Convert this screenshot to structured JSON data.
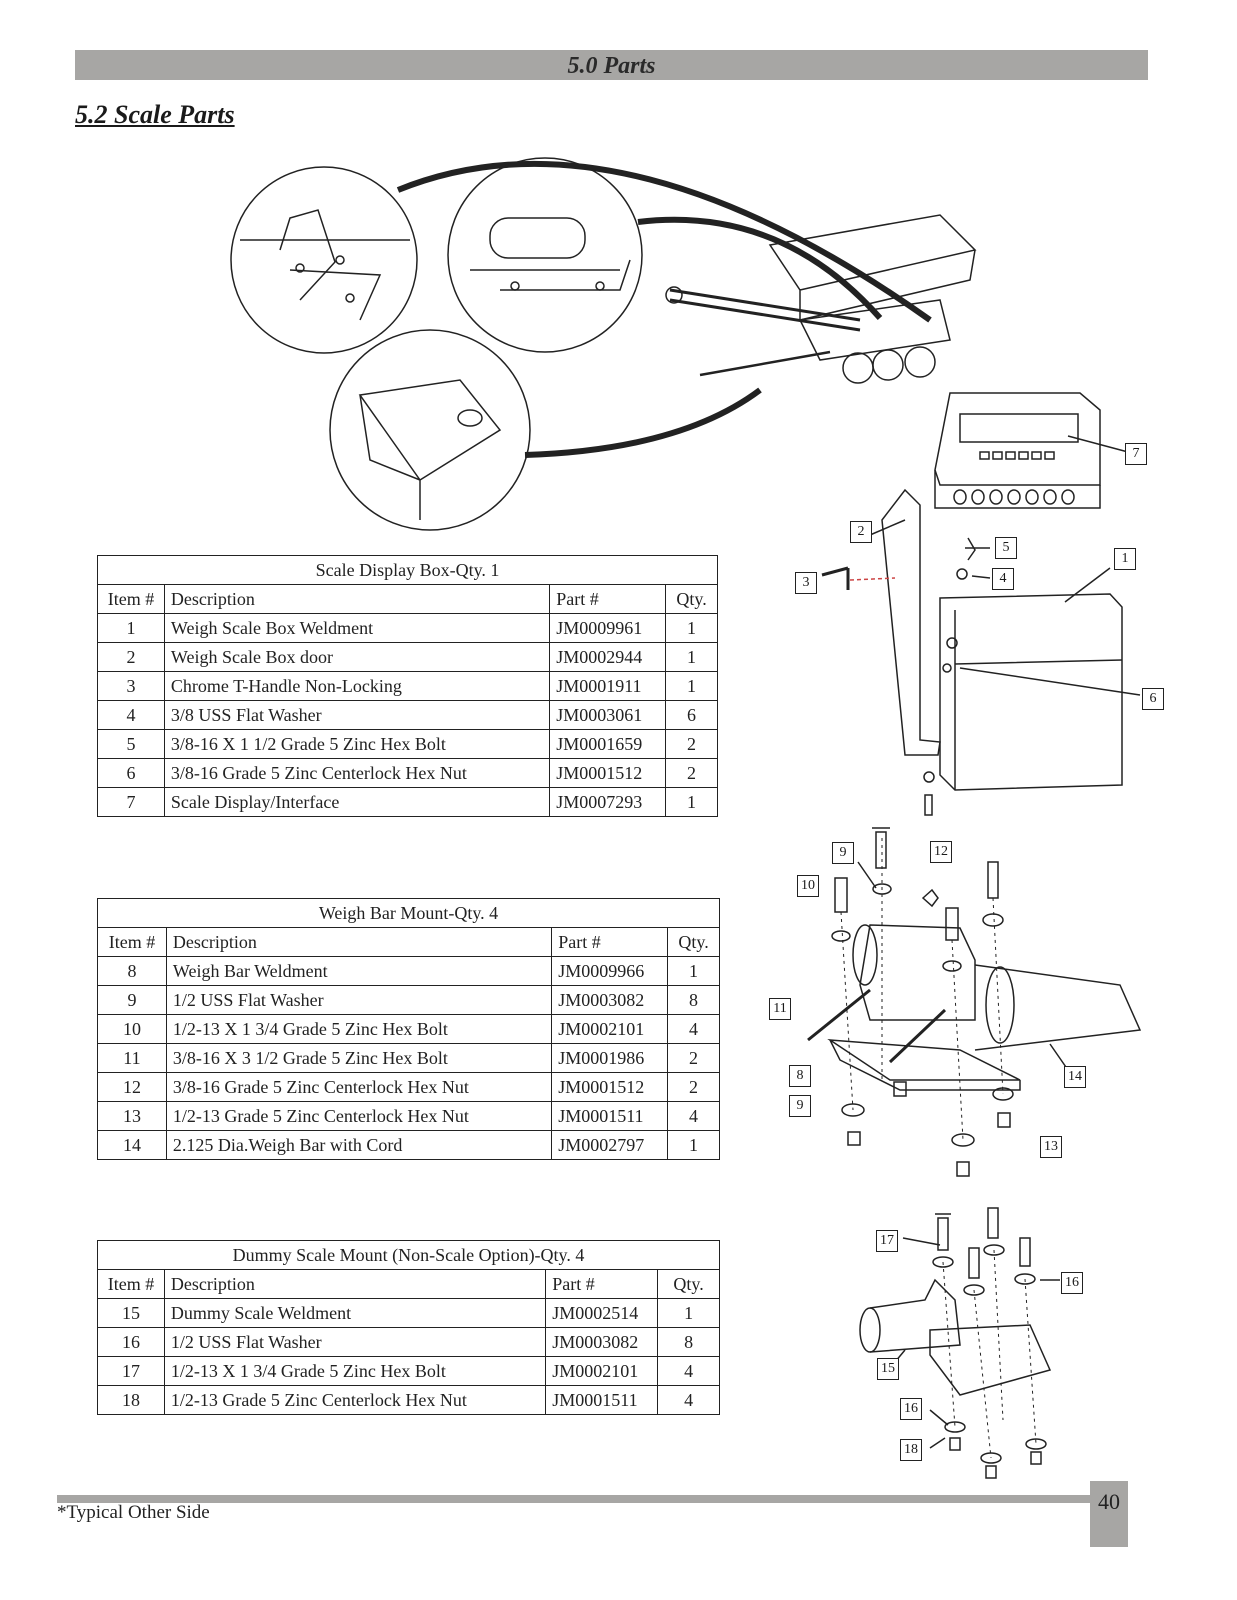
{
  "header": {
    "chapter_title": "5.0 Parts"
  },
  "section": {
    "title": "5.2 Scale Parts"
  },
  "columns": {
    "item": "Item #",
    "description": "Description",
    "part": "Part #",
    "qty": "Qty."
  },
  "tables": [
    {
      "caption": "Scale Display Box-Qty. 1",
      "rows": [
        {
          "item": "1",
          "description": "Weigh Scale Box  Weldment",
          "part": "JM0009961",
          "qty": "1"
        },
        {
          "item": "2",
          "description": "Weigh Scale Box door",
          "part": "JM0002944",
          "qty": "1"
        },
        {
          "item": "3",
          "description": "Chrome T-Handle Non-Locking",
          "part": "JM0001911",
          "qty": "1"
        },
        {
          "item": "4",
          "description": "3/8 USS Flat Washer",
          "part": "JM0003061",
          "qty": "6"
        },
        {
          "item": "5",
          "description": "3/8-16 X 1 1/2 Grade 5 Zinc Hex Bolt",
          "part": "JM0001659",
          "qty": "2"
        },
        {
          "item": "6",
          "description": "3/8-16 Grade 5 Zinc Centerlock Hex Nut",
          "part": "JM0001512",
          "qty": "2"
        },
        {
          "item": "7",
          "description": "Scale Display/Interface",
          "part": "JM0007293",
          "qty": "1"
        }
      ]
    },
    {
      "caption": "Weigh Bar Mount-Qty. 4",
      "rows": [
        {
          "item": "8",
          "description": "Weigh Bar Weldment",
          "part": "JM0009966",
          "qty": "1"
        },
        {
          "item": "9",
          "description": "1/2 USS Flat Washer",
          "part": "JM0003082",
          "qty": "8"
        },
        {
          "item": "10",
          "description": "1/2-13 X 1 3/4 Grade 5 Zinc Hex Bolt",
          "part": "JM0002101",
          "qty": "4"
        },
        {
          "item": "11",
          "description": "3/8-16 X 3 1/2 Grade 5 Zinc Hex Bolt",
          "part": "JM0001986",
          "qty": "2"
        },
        {
          "item": "12",
          "description": "3/8-16 Grade 5 Zinc Centerlock Hex Nut",
          "part": "JM0001512",
          "qty": "2"
        },
        {
          "item": "13",
          "description": "1/2-13 Grade 5 Zinc Centerlock Hex Nut",
          "part": "JM0001511",
          "qty": "4"
        },
        {
          "item": "14",
          "description": "2.125 Dia.Weigh Bar with Cord",
          "part": "JM0002797",
          "qty": "1"
        }
      ]
    },
    {
      "caption": "Dummy Scale Mount (Non-Scale Option)-Qty. 4",
      "rows": [
        {
          "item": "15",
          "description": "Dummy Scale Weldment",
          "part": "JM0002514",
          "qty": "1"
        },
        {
          "item": "16",
          "description": "1/2 USS Flat Washer",
          "part": "JM0003082",
          "qty": "8"
        },
        {
          "item": "17",
          "description": "1/2-13 X 1 3/4 Grade 5 Zinc Hex Bolt",
          "part": "JM0002101",
          "qty": "4"
        },
        {
          "item": "18",
          "description": "1/2-13 Grade 5 Zinc Centerlock Hex Nut",
          "part": "JM0001511",
          "qty": "4"
        }
      ]
    }
  ],
  "callouts": {
    "display_box": [
      "1",
      "2",
      "3",
      "4",
      "5",
      "6",
      "7"
    ],
    "weigh_bar": [
      "8",
      "9",
      "10",
      "11",
      "12",
      "13",
      "14",
      "9"
    ],
    "dummy_mount": [
      "15",
      "16",
      "17",
      "16",
      "18"
    ]
  },
  "footer": {
    "note": "*Typical Other Side",
    "page_number": "40"
  }
}
